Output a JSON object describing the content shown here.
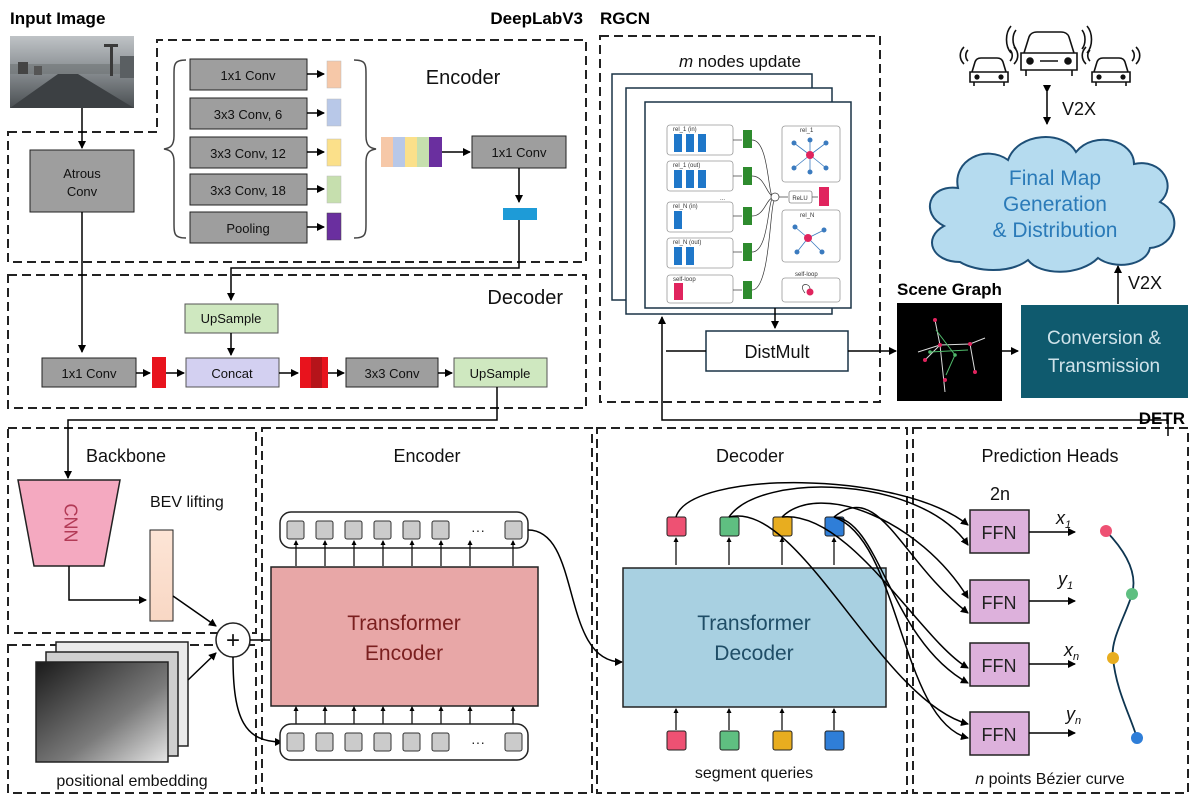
{
  "deeplab": {
    "title": "DeepLabV3",
    "input_image": "Input Image",
    "atrous_line1": "Atrous",
    "atrous_line2": "Conv",
    "encoder": "Encoder",
    "decoder": "Decoder",
    "branches": [
      "1x1 Conv",
      "3x3 Conv, 6",
      "3x3 Conv, 12",
      "3x3 Conv, 18",
      "Pooling"
    ],
    "enc_conv": "1x1 Conv",
    "dec_conv1": "1x1 Conv",
    "upsample_top": "UpSample",
    "concat": "Concat",
    "dec_conv3": "3x3 Conv",
    "upsample_out": "UpSample"
  },
  "rgcn": {
    "title": "RGCN",
    "m_italic": "m",
    "nodes_update": " nodes update",
    "rel_labels": [
      "rel_1 (in)",
      "rel_1 (out)",
      "rel_N (in)",
      "rel_N (out)",
      "self-loop"
    ],
    "mini_labels": [
      "rel_1",
      "rel_N",
      "self-loop",
      "ReLU",
      "..."
    ],
    "distmult": "DistMult"
  },
  "map": {
    "v2x_top": "V2X",
    "cloud_line1": "Final Map",
    "cloud_line2": "Generation",
    "cloud_line3": "& Distribution",
    "v2x_bottom": "V2X",
    "scene_graph": "Scene Graph",
    "conv_line1": "Conversion &",
    "conv_line2": "Transmission"
  },
  "detr": {
    "title": "DETR",
    "backbone": "Backbone",
    "cnn": "CNN",
    "bev": "BEV lifting",
    "positional": "positional embedding",
    "encoder": "Encoder",
    "tenc_line1": "Transformer",
    "tenc_line2": "Encoder",
    "decoder": "Decoder",
    "tdec_line1": "Transformer",
    "tdec_line2": "Decoder",
    "segment_queries": "segment queries",
    "prediction_heads": "Prediction Heads",
    "two_n": "2n",
    "ffn": "FFN",
    "outputs": [
      {
        "var": "x",
        "sub": "1"
      },
      {
        "var": "y",
        "sub": "1"
      },
      {
        "var": "x",
        "sub": "n"
      },
      {
        "var": "y",
        "sub": "n"
      }
    ],
    "n_italic": "n",
    "bezier": " points Bézier curve",
    "dots": "···",
    "plus": "+"
  },
  "colors": {
    "conv_gray": "#9e9e9e",
    "upsample_green": "#cfe8c0",
    "concat_purple": "#d3d0f1",
    "red": "#e8131d",
    "cloud_blue": "#b5dbef",
    "teal": "#0f5a6e",
    "tenc_pink": "#e8a7a7",
    "tdec_blue": "#a8d0e1",
    "ffn_purple": "#ddb1dc",
    "q_red": "#ee5173",
    "q_green": "#5fbf81",
    "q_yellow": "#e8ad1f",
    "q_blue": "#2f7ed8"
  }
}
